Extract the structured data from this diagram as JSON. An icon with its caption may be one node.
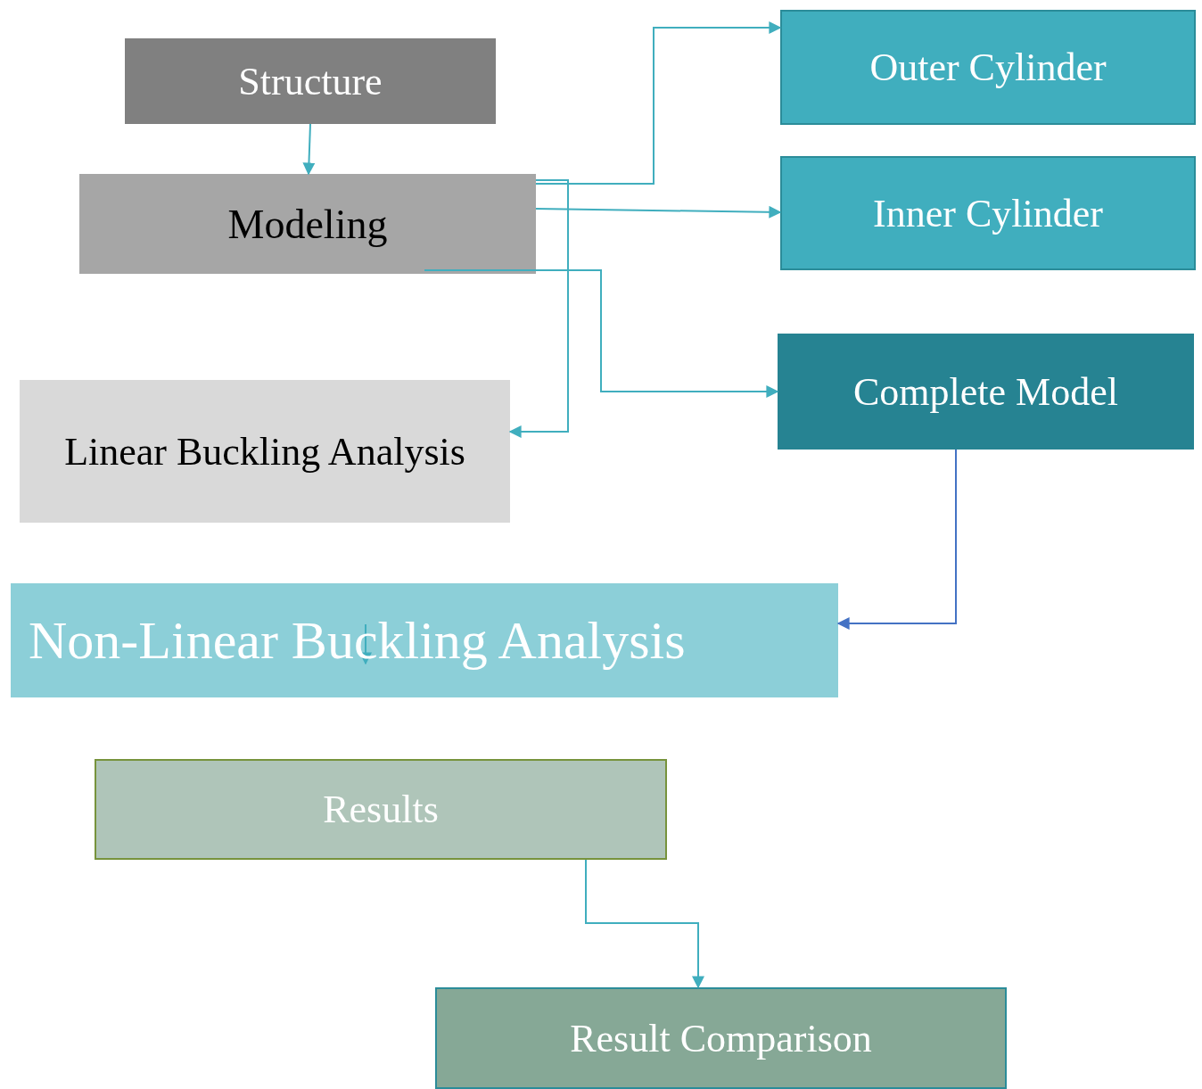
{
  "diagram": {
    "nodes": [
      {
        "text": [
          "Structure"
        ]
      },
      {
        "text": [
          "Modeling"
        ]
      },
      {
        "text": [
          "Outer Cylinder"
        ]
      },
      {
        "text": [
          "Inner Cylinder"
        ]
      },
      {
        "text": [
          "Complete Model"
        ]
      },
      {
        "text": [
          "Linear Buckling Analysis"
        ]
      },
      {
        "text": [
          "Non-Linear Buckling Analysis"
        ]
      },
      {
        "text": [
          "Results"
        ]
      },
      {
        "text": [
          "Result Comparison"
        ]
      }
    ],
    "edges": [
      {
        "from": 0,
        "to": 1,
        "arrow": "to"
      },
      {
        "from": 1,
        "to": 2,
        "arrow": "to"
      },
      {
        "from": 1,
        "to": 3,
        "arrow": "to"
      },
      {
        "from": 1,
        "to": 4,
        "arrow": "to"
      },
      {
        "from": 1,
        "to": 5,
        "arrow": "to"
      },
      {
        "from": 4,
        "to": 6,
        "arrow": "to",
        "color": "#4472c4"
      },
      {
        "from": null,
        "to": 6,
        "arrow": "to"
      },
      {
        "from": 7,
        "to": 8,
        "arrow": "to"
      }
    ]
  }
}
